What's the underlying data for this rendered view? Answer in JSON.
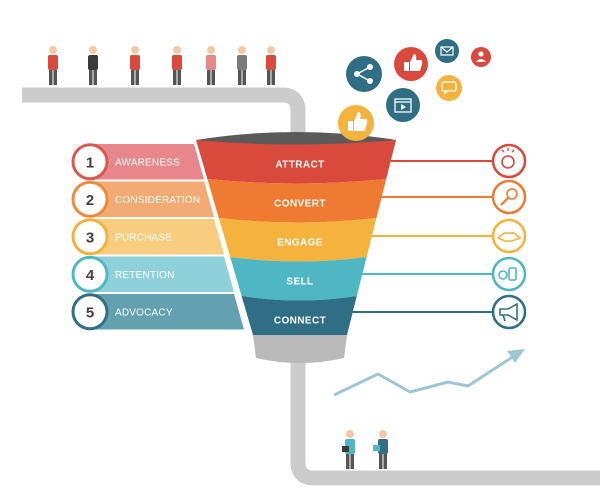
{
  "stages": [
    {
      "number": "1",
      "label": "AWARENESS",
      "color": "#e8878b",
      "accent": "#d9574f"
    },
    {
      "number": "2",
      "label": "CONSIDERATION",
      "color": "#f4aa73",
      "accent": "#ef8a3c"
    },
    {
      "number": "3",
      "label": "PURCHASE",
      "color": "#f8cd80",
      "accent": "#f2b23d"
    },
    {
      "number": "4",
      "label": "RETENTION",
      "color": "#8fd1db",
      "accent": "#4fb8c6"
    },
    {
      "number": "5",
      "label": "ADVOCACY",
      "color": "#63a1b1",
      "accent": "#2f6e84"
    }
  ],
  "funnel": [
    {
      "label": "ATTRACT",
      "color": "#d94a3d",
      "icon": "lightbulb-head-icon"
    },
    {
      "label": "CONVERT",
      "color": "#ee7b31",
      "icon": "magnifier-icon"
    },
    {
      "label": "ENGAGE",
      "color": "#f5b23c",
      "icon": "handshake-icon"
    },
    {
      "label": "SELL",
      "color": "#4fb7c4",
      "icon": "money-hand-icon"
    },
    {
      "label": "CONNECT",
      "color": "#2f6e84",
      "icon": "megaphone-icon"
    }
  ],
  "social_icons": [
    "share-icon",
    "thumbs-up-icon",
    "mail-icon",
    "user-icon",
    "chat-icon",
    "video-icon",
    "like-badge-icon"
  ],
  "colors": {
    "pipe": "#cccccc",
    "funnel_base": "#b9b9b9",
    "trend_arrow": "#9ec7d6"
  }
}
